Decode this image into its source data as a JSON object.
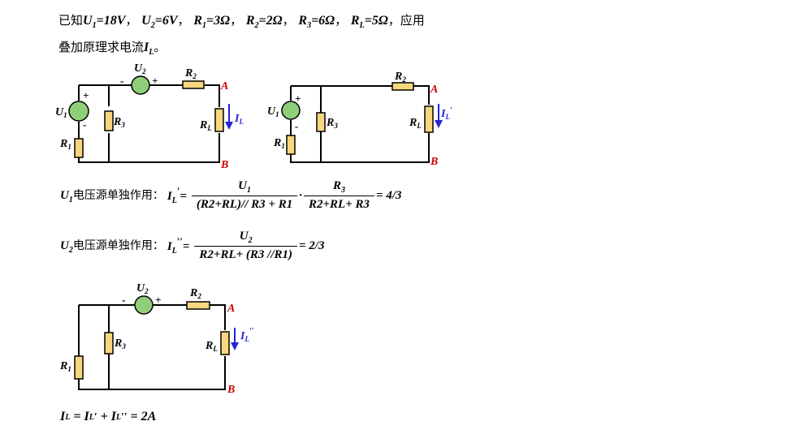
{
  "problem": {
    "line1_prefix": "已知",
    "u1": "U",
    "u1_sub": "1",
    "u1_val": "=18V",
    "sep": "，",
    "u2": "U",
    "u2_sub": "2",
    "u2_val": "=6V",
    "r1": "R",
    "r1_sub": "1",
    "r1_val": "=3Ω",
    "r2": "R",
    "r2_sub": "2",
    "r2_val": "=2Ω",
    "r3": "R",
    "r3_sub": "3",
    "r3_val": "=6Ω",
    "rl": "R",
    "rl_sub": "L",
    "rl_val": "=5Ω",
    "line1_suffix": "应用",
    "line2_prefix": "叠加原理求电流",
    "il": "I",
    "il_sub": "L",
    "line2_suffix": "。"
  },
  "circuit1": {
    "u1": "U",
    "u1_sub": "1",
    "u2": "U",
    "u2_sub": "2",
    "r1": "R",
    "r1_sub": "1",
    "r2": "R",
    "r2_sub": "2",
    "r3": "R",
    "r3_sub": "3",
    "rl": "R",
    "rl_sub": "L",
    "il": "I",
    "il_sub": "L",
    "node_a": "A",
    "node_b": "B",
    "plus": "+",
    "minus": "-"
  },
  "circuit2": {
    "u1": "U",
    "u1_sub": "1",
    "r1": "R",
    "r1_sub": "1",
    "r2": "R",
    "r2_sub": "2",
    "r3": "R",
    "r3_sub": "3",
    "rl": "R",
    "rl_sub": "L",
    "il": "I",
    "il_sub": "L",
    "il_prime": "′",
    "node_a": "A",
    "node_b": "B",
    "plus": "+",
    "minus": "-"
  },
  "circuit3": {
    "u2": "U",
    "u2_sub": "2",
    "r1": "R",
    "r1_sub": "1",
    "r2": "R",
    "r2_sub": "2",
    "r3": "R",
    "r3_sub": "3",
    "rl": "R",
    "rl_sub": "L",
    "il": "I",
    "il_sub": "L",
    "il_prime": "′′",
    "node_a": "A",
    "node_b": "B",
    "plus": "+",
    "minus": "-"
  },
  "eq1": {
    "label_var": "U",
    "label_sub": "1",
    "label_text": "电压源单独作用：",
    "lhs": "I",
    "lhs_sub": "L",
    "lhs_prime": "′",
    "eq": "=",
    "f1_num": "U",
    "f1_num_sub": "1",
    "f1_den": "(R2+RL)// R3 + R1",
    "dot": "·",
    "f2_num": "R",
    "f2_num_sub": "3",
    "f2_den": "R2+RL+ R3",
    "result": "= 4/3"
  },
  "eq2": {
    "label_var": "U",
    "label_sub": "2",
    "label_text": "电压源单独作用：",
    "lhs": "I",
    "lhs_sub": "L",
    "lhs_prime": "′′",
    "eq": "=",
    "f_num": "U",
    "f_num_sub": "2",
    "f_den": "R2+RL+ (R3 //R1)",
    "result": "= 2/3"
  },
  "final": {
    "text_il": "I",
    "text_il_sub": "L",
    "eq": "=",
    "t1": "I",
    "t1_sub": "L",
    "t1_prime": "′",
    "plus": "+",
    "t2": "I",
    "t2_sub": "L",
    "t2_prime": "′′",
    "result": "= 2A"
  },
  "colors": {
    "source_fill": "#8fcf7a",
    "resistor_fill": "#f7d77d",
    "node_label": "#cc0000",
    "current_arrow": "#2424d8"
  }
}
